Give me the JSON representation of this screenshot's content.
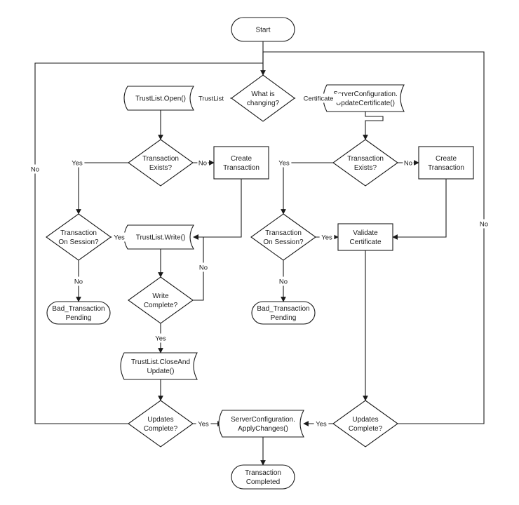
{
  "diagram": {
    "nodes": {
      "start": {
        "lines": [
          "Start"
        ]
      },
      "what_changing": {
        "lines": [
          "What is",
          "changing?"
        ]
      },
      "tl_open": {
        "lines": [
          "TrustList.Open()"
        ]
      },
      "sc_update": {
        "lines": [
          "ServerConfiguration.",
          "UpdateCertificate()"
        ]
      },
      "tx_exists_l": {
        "lines": [
          "Transaction",
          "Exists?"
        ]
      },
      "create_tx_l": {
        "lines": [
          "Create",
          "Transaction"
        ]
      },
      "tx_exists_r": {
        "lines": [
          "Transaction",
          "Exists?"
        ]
      },
      "create_tx_r": {
        "lines": [
          "Create",
          "Transaction"
        ]
      },
      "tx_session_l": {
        "lines": [
          "Transaction",
          "On Session?"
        ]
      },
      "tl_write": {
        "lines": [
          "TrustList.Write()"
        ]
      },
      "tx_session_r": {
        "lines": [
          "Transaction",
          "On Session?"
        ]
      },
      "validate_cert": {
        "lines": [
          "Validate",
          "Certificate"
        ]
      },
      "bad_tx_l": {
        "lines": [
          "Bad_Transaction",
          "Pending"
        ]
      },
      "write_complete": {
        "lines": [
          "Write",
          "Complete?"
        ]
      },
      "bad_tx_r": {
        "lines": [
          "Bad_Transaction",
          "Pending"
        ]
      },
      "tl_close": {
        "lines": [
          "TrustList.CloseAnd",
          "Update()"
        ]
      },
      "updates_complete_l": {
        "lines": [
          "Updates",
          "Complete?"
        ]
      },
      "sc_apply": {
        "lines": [
          "ServerConfiguration.",
          "ApplyChanges()"
        ]
      },
      "updates_complete_r": {
        "lines": [
          "Updates",
          "Complete?"
        ]
      },
      "tx_completed": {
        "lines": [
          "Transaction",
          "Completed"
        ]
      }
    },
    "edge_labels": {
      "trustlist": "TrustList",
      "certificate": "Certificate",
      "yes_tx_l": "Yes",
      "no_tx_l": "No",
      "yes_tx_r": "Yes",
      "no_tx_r": "No",
      "yes_session_l": "Yes",
      "no_session_l": "No",
      "yes_session_r": "Yes",
      "no_session_r": "No",
      "no_write": "No",
      "yes_write": "Yes",
      "yes_updates_l": "Yes",
      "yes_updates_r": "Yes",
      "no_updates_l": "No",
      "no_updates_r": "No"
    }
  }
}
